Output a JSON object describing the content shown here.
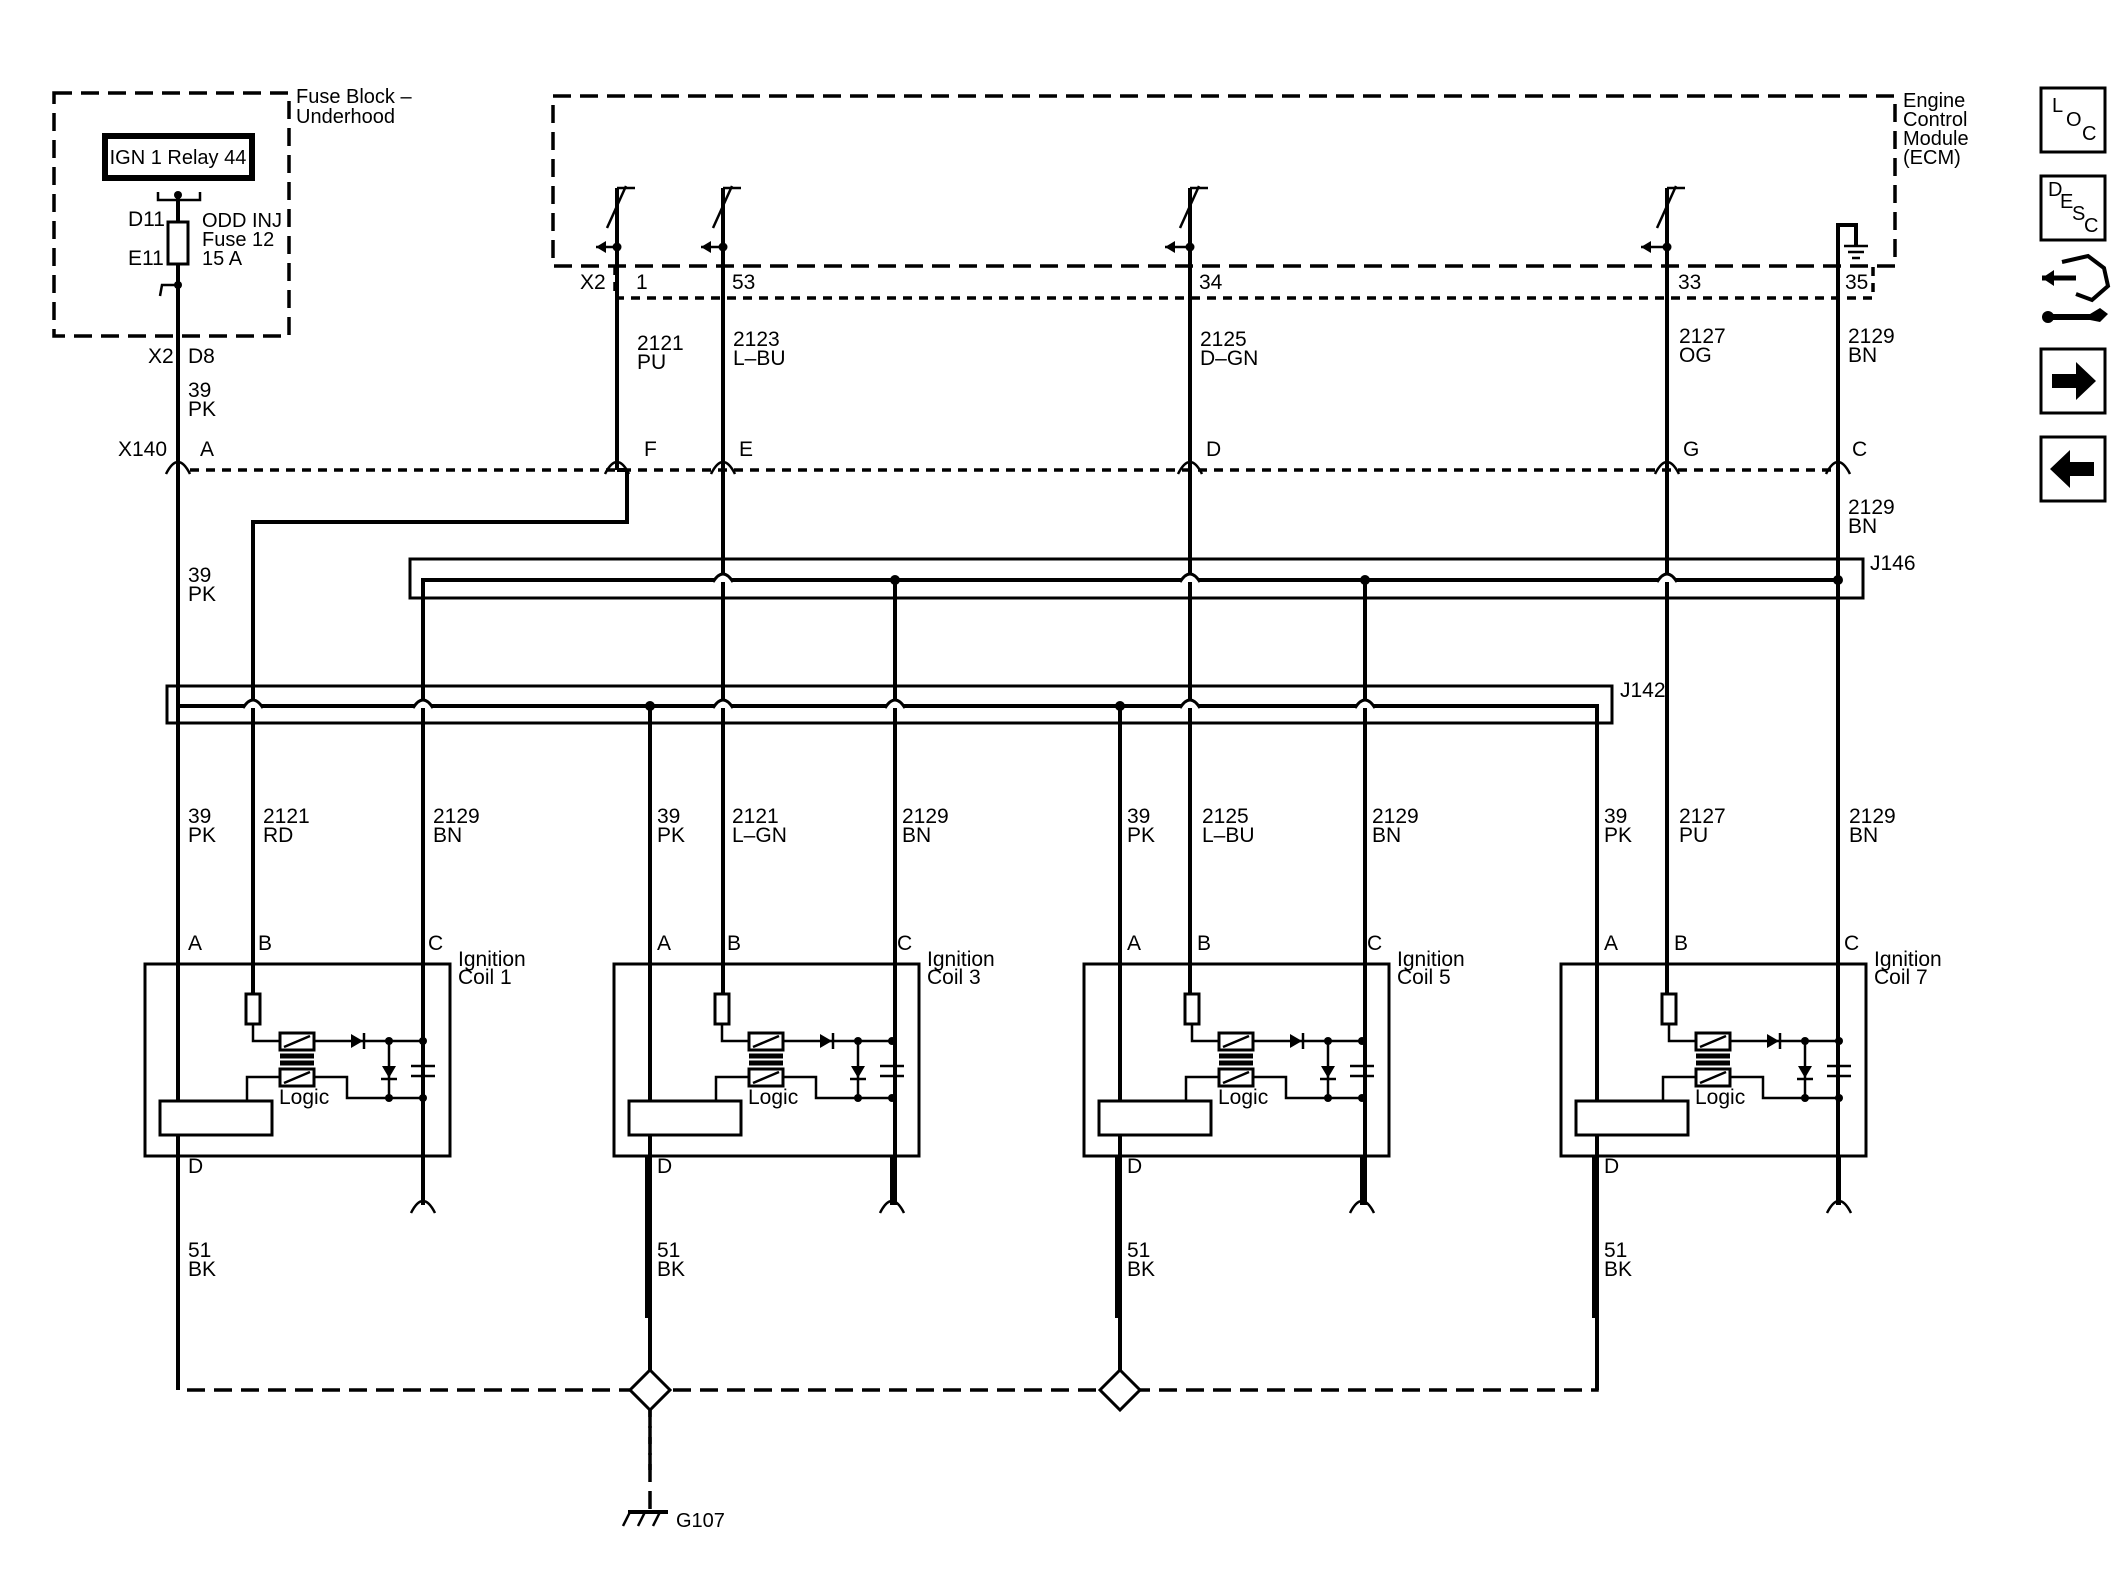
{
  "fuse_block": {
    "title_line1": "Fuse Block –",
    "title_line2": "Underhood",
    "relay": "IGN 1 Relay 44",
    "pin_top": "D11",
    "pin_bottom": "E11",
    "fuse_line1": "ODD INJ",
    "fuse_line2": "Fuse 12",
    "fuse_line3": "15 A",
    "conn": "X2",
    "conn_pin": "D8"
  },
  "ecm": {
    "title_line1": "Engine",
    "title_line2": "Control",
    "title_line3": "Module",
    "title_line4": "(ECM)",
    "conn": "X2",
    "pins": [
      "1",
      "53",
      "34",
      "33",
      "35"
    ]
  },
  "wires_top": [
    {
      "circuit": "39",
      "color": "PK"
    },
    {
      "circuit": "2121",
      "color": "PU"
    },
    {
      "circuit": "2123",
      "color": "L–BU"
    },
    {
      "circuit": "2125",
      "color": "D–GN"
    },
    {
      "circuit": "2127",
      "color": "OG"
    },
    {
      "circuit": "2129",
      "color": "BN"
    }
  ],
  "x140": {
    "name": "X140",
    "pins": [
      "A",
      "F",
      "E",
      "D",
      "G",
      "C"
    ]
  },
  "wire_below_x140": {
    "circuit": "39",
    "color": "PK"
  },
  "wire_ground_below_x140": {
    "circuit": "2129",
    "color": "BN"
  },
  "splices": {
    "j146": "J146",
    "j142": "J142"
  },
  "coils": [
    {
      "name_line1": "Ignition",
      "name_line2": "Coil 1",
      "wires": [
        {
          "circuit": "39",
          "color": "PK"
        },
        {
          "circuit": "2121",
          "color": "RD"
        },
        {
          "circuit": "2129",
          "color": "BN"
        }
      ],
      "pins": [
        "A",
        "B",
        "C",
        "D"
      ],
      "logic": "Logic",
      "ground": {
        "circuit": "51",
        "color": "BK"
      }
    },
    {
      "name_line1": "Ignition",
      "name_line2": "Coil 3",
      "wires": [
        {
          "circuit": "39",
          "color": "PK"
        },
        {
          "circuit": "2121",
          "color": "L–GN"
        },
        {
          "circuit": "2129",
          "color": "BN"
        }
      ],
      "pins": [
        "A",
        "B",
        "C",
        "D"
      ],
      "logic": "Logic",
      "ground": {
        "circuit": "51",
        "color": "BK"
      }
    },
    {
      "name_line1": "Ignition",
      "name_line2": "Coil 5",
      "wires": [
        {
          "circuit": "39",
          "color": "PK"
        },
        {
          "circuit": "2125",
          "color": "L–BU"
        },
        {
          "circuit": "2129",
          "color": "BN"
        }
      ],
      "pins": [
        "A",
        "B",
        "C",
        "D"
      ],
      "logic": "Logic",
      "ground": {
        "circuit": "51",
        "color": "BK"
      }
    },
    {
      "name_line1": "Ignition",
      "name_line2": "Coil 7",
      "wires": [
        {
          "circuit": "39",
          "color": "PK"
        },
        {
          "circuit": "2127",
          "color": "PU"
        },
        {
          "circuit": "2129",
          "color": "BN"
        }
      ],
      "pins": [
        "A",
        "B",
        "C",
        "D"
      ],
      "logic": "Logic",
      "ground": {
        "circuit": "51",
        "color": "BK"
      }
    }
  ],
  "ground": "G107",
  "nav": {
    "loc_l": "L",
    "loc_o": "O",
    "loc_c": "C",
    "desc_d": "D",
    "desc_e": "E",
    "desc_s": "S",
    "desc_c": "C",
    "connector_icon": "connector-icon",
    "next_icon": "arrow-right-icon",
    "prev_icon": "arrow-left-icon"
  }
}
